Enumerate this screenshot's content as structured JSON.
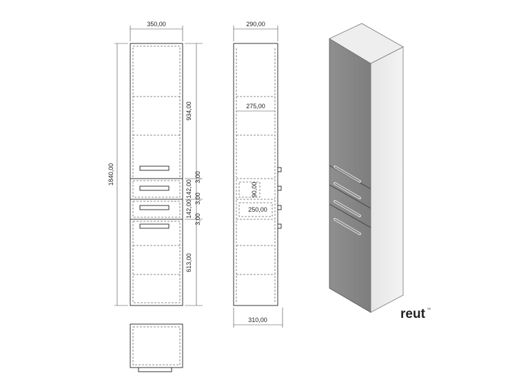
{
  "dimensions": {
    "front_width": "350,00",
    "total_height": "1840,00",
    "top_section_height": "934,00",
    "gap_1": "3,00",
    "drawer_1_height": "142,00",
    "gap_2": "3,00",
    "drawer_2_height": "142,00",
    "gap_3": "3,00",
    "bottom_section_height": "613,00",
    "side_depth_top": "290,00",
    "inner_depth": "275,00",
    "drawer_inner_height": "90,00",
    "drawer_depth": "250,00",
    "side_depth_bottom": "310,00"
  },
  "brand": {
    "logo": "reut",
    "superscript": "SK"
  }
}
